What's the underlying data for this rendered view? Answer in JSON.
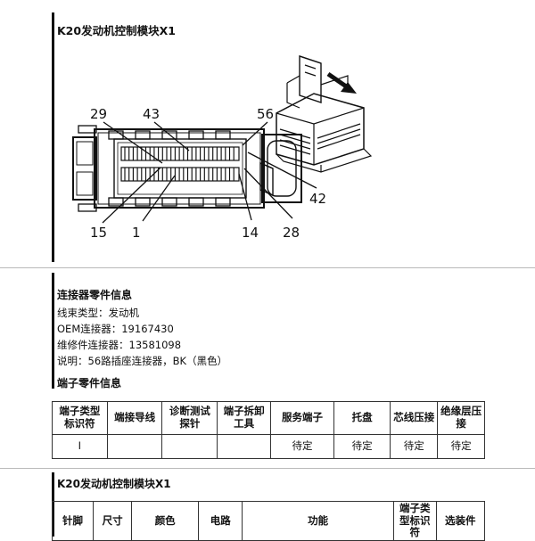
{
  "document": {
    "title": "K20发动机控制模块X1",
    "title_repeat": "K20发动机控制模块X1"
  },
  "diagram": {
    "name": "connector-pinout-diagram",
    "callouts": [
      {
        "label": "29",
        "position": "top-left"
      },
      {
        "label": "43",
        "position": "top-center-left"
      },
      {
        "label": "56",
        "position": "top-right"
      },
      {
        "label": "42",
        "position": "right"
      },
      {
        "label": "15",
        "position": "bottom-left"
      },
      {
        "label": "1",
        "position": "bottom-center-left"
      },
      {
        "label": "14",
        "position": "bottom-center-right"
      },
      {
        "label": "28",
        "position": "bottom-right"
      }
    ],
    "arrow_icon": "down-right-arrow-icon"
  },
  "connector_info": {
    "heading": "连接器零件信息",
    "lines": [
      "线束类型：发动机",
      "OEM连接器：19167430",
      "维修件连接器：13581098",
      "说明：56路插座连接器，BK（黑色）"
    ]
  },
  "terminal_info": {
    "heading": "端子零件信息",
    "columns": [
      "端子类型标识符",
      "端接导线",
      "诊断测试探针",
      "端子拆卸工具",
      "服务端子",
      "托盘",
      "芯线压接",
      "绝缘层压接"
    ],
    "rows": [
      [
        "I",
        "",
        "",
        "",
        "待定",
        "待定",
        "待定",
        "待定"
      ]
    ]
  },
  "pin_table": {
    "heading": "K20发动机控制模块X1",
    "columns": [
      "针脚",
      "尺寸",
      "颜色",
      "电路",
      "功能",
      "端子类型标识符",
      "选装件"
    ]
  },
  "colors": {
    "page_background": "#ffffff",
    "text": "#111111",
    "rule": "#111111",
    "table_border": "#333333"
  }
}
